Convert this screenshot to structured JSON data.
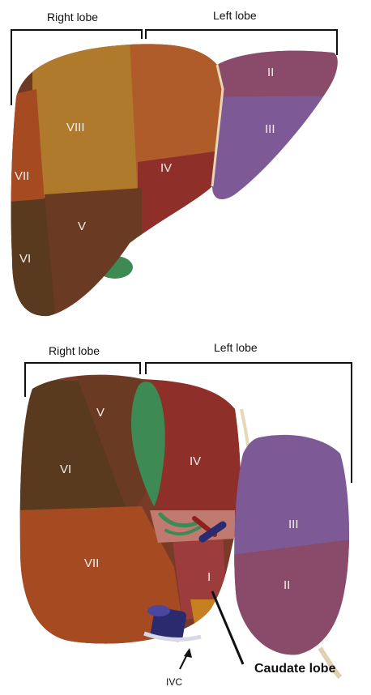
{
  "top_view": {
    "right_lobe_label": "Right lobe",
    "left_lobe_label": "Left lobe",
    "segments": [
      "II",
      "III",
      "IV",
      "V",
      "VI",
      "VII",
      "VIII"
    ]
  },
  "bottom_view": {
    "right_lobe_label": "Right lobe",
    "left_lobe_label": "Left lobe",
    "segments": [
      "I",
      "II",
      "III",
      "IV",
      "V",
      "VI",
      "VII"
    ],
    "ivc_label": "IVC",
    "caudate_label": "Caudate lobe"
  },
  "colors": {
    "segment_ii": "#8a4a6a",
    "segment_iii": "#7d5a95",
    "segment_iv": "#8e2f2a",
    "segment_v": "#6b3a22",
    "segment_vi": "#5a3a1e",
    "segment_vii": "#a64a22",
    "segment_viii": "#b07a2c",
    "gallbladder": "#3d8a55",
    "ivc": "#2c2a6e"
  }
}
